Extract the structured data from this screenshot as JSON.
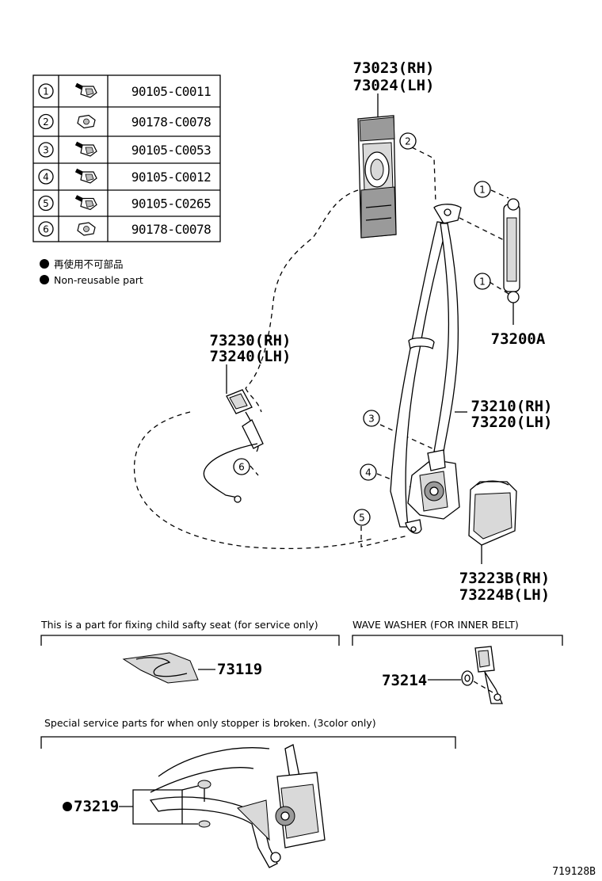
{
  "fastener_table": {
    "rows": [
      {
        "num": "1",
        "part_no": "90105-C0011",
        "icon": "bolt-icon"
      },
      {
        "num": "2",
        "part_no": "90178-C0078",
        "icon": "nut-icon"
      },
      {
        "num": "3",
        "part_no": "90105-C0053",
        "icon": "bolt-icon"
      },
      {
        "num": "4",
        "part_no": "90105-C0012",
        "icon": "bolt-icon"
      },
      {
        "num": "5",
        "part_no": "90105-C0265",
        "icon": "bolt-icon"
      },
      {
        "num": "6",
        "part_no": "90178-C0078",
        "icon": "nut-icon"
      }
    ]
  },
  "legend": {
    "jp": "再使用不可部品",
    "en": "Non-reusable part"
  },
  "labels": {
    "belt_rh": "73023(RH)",
    "belt_lh": "73024(LH)",
    "adjuster": "73200A",
    "buckle_rh": "73230(RH)",
    "buckle_lh": "73240(LH)",
    "assy_rh": "73210(RH)",
    "assy_lh": "73220(LH)",
    "cover_rh": "73223B(RH)",
    "cover_lh": "73224B(LH)",
    "child_seat_part": "73119",
    "wave_washer": "73214",
    "stopper": "73219"
  },
  "callouts": {
    "c1a": "1",
    "c1b": "1",
    "c2": "2",
    "c3": "3",
    "c4": "4",
    "c5": "5",
    "c6": "6"
  },
  "notes": {
    "child_seat": "This is a part for fixing child safty seat (for service only)",
    "wave_washer": "WAVE WASHER (FOR INNER BELT)",
    "special": "Special service parts for when only stopper is broken. (3color only)"
  },
  "figure_id": "719128B"
}
